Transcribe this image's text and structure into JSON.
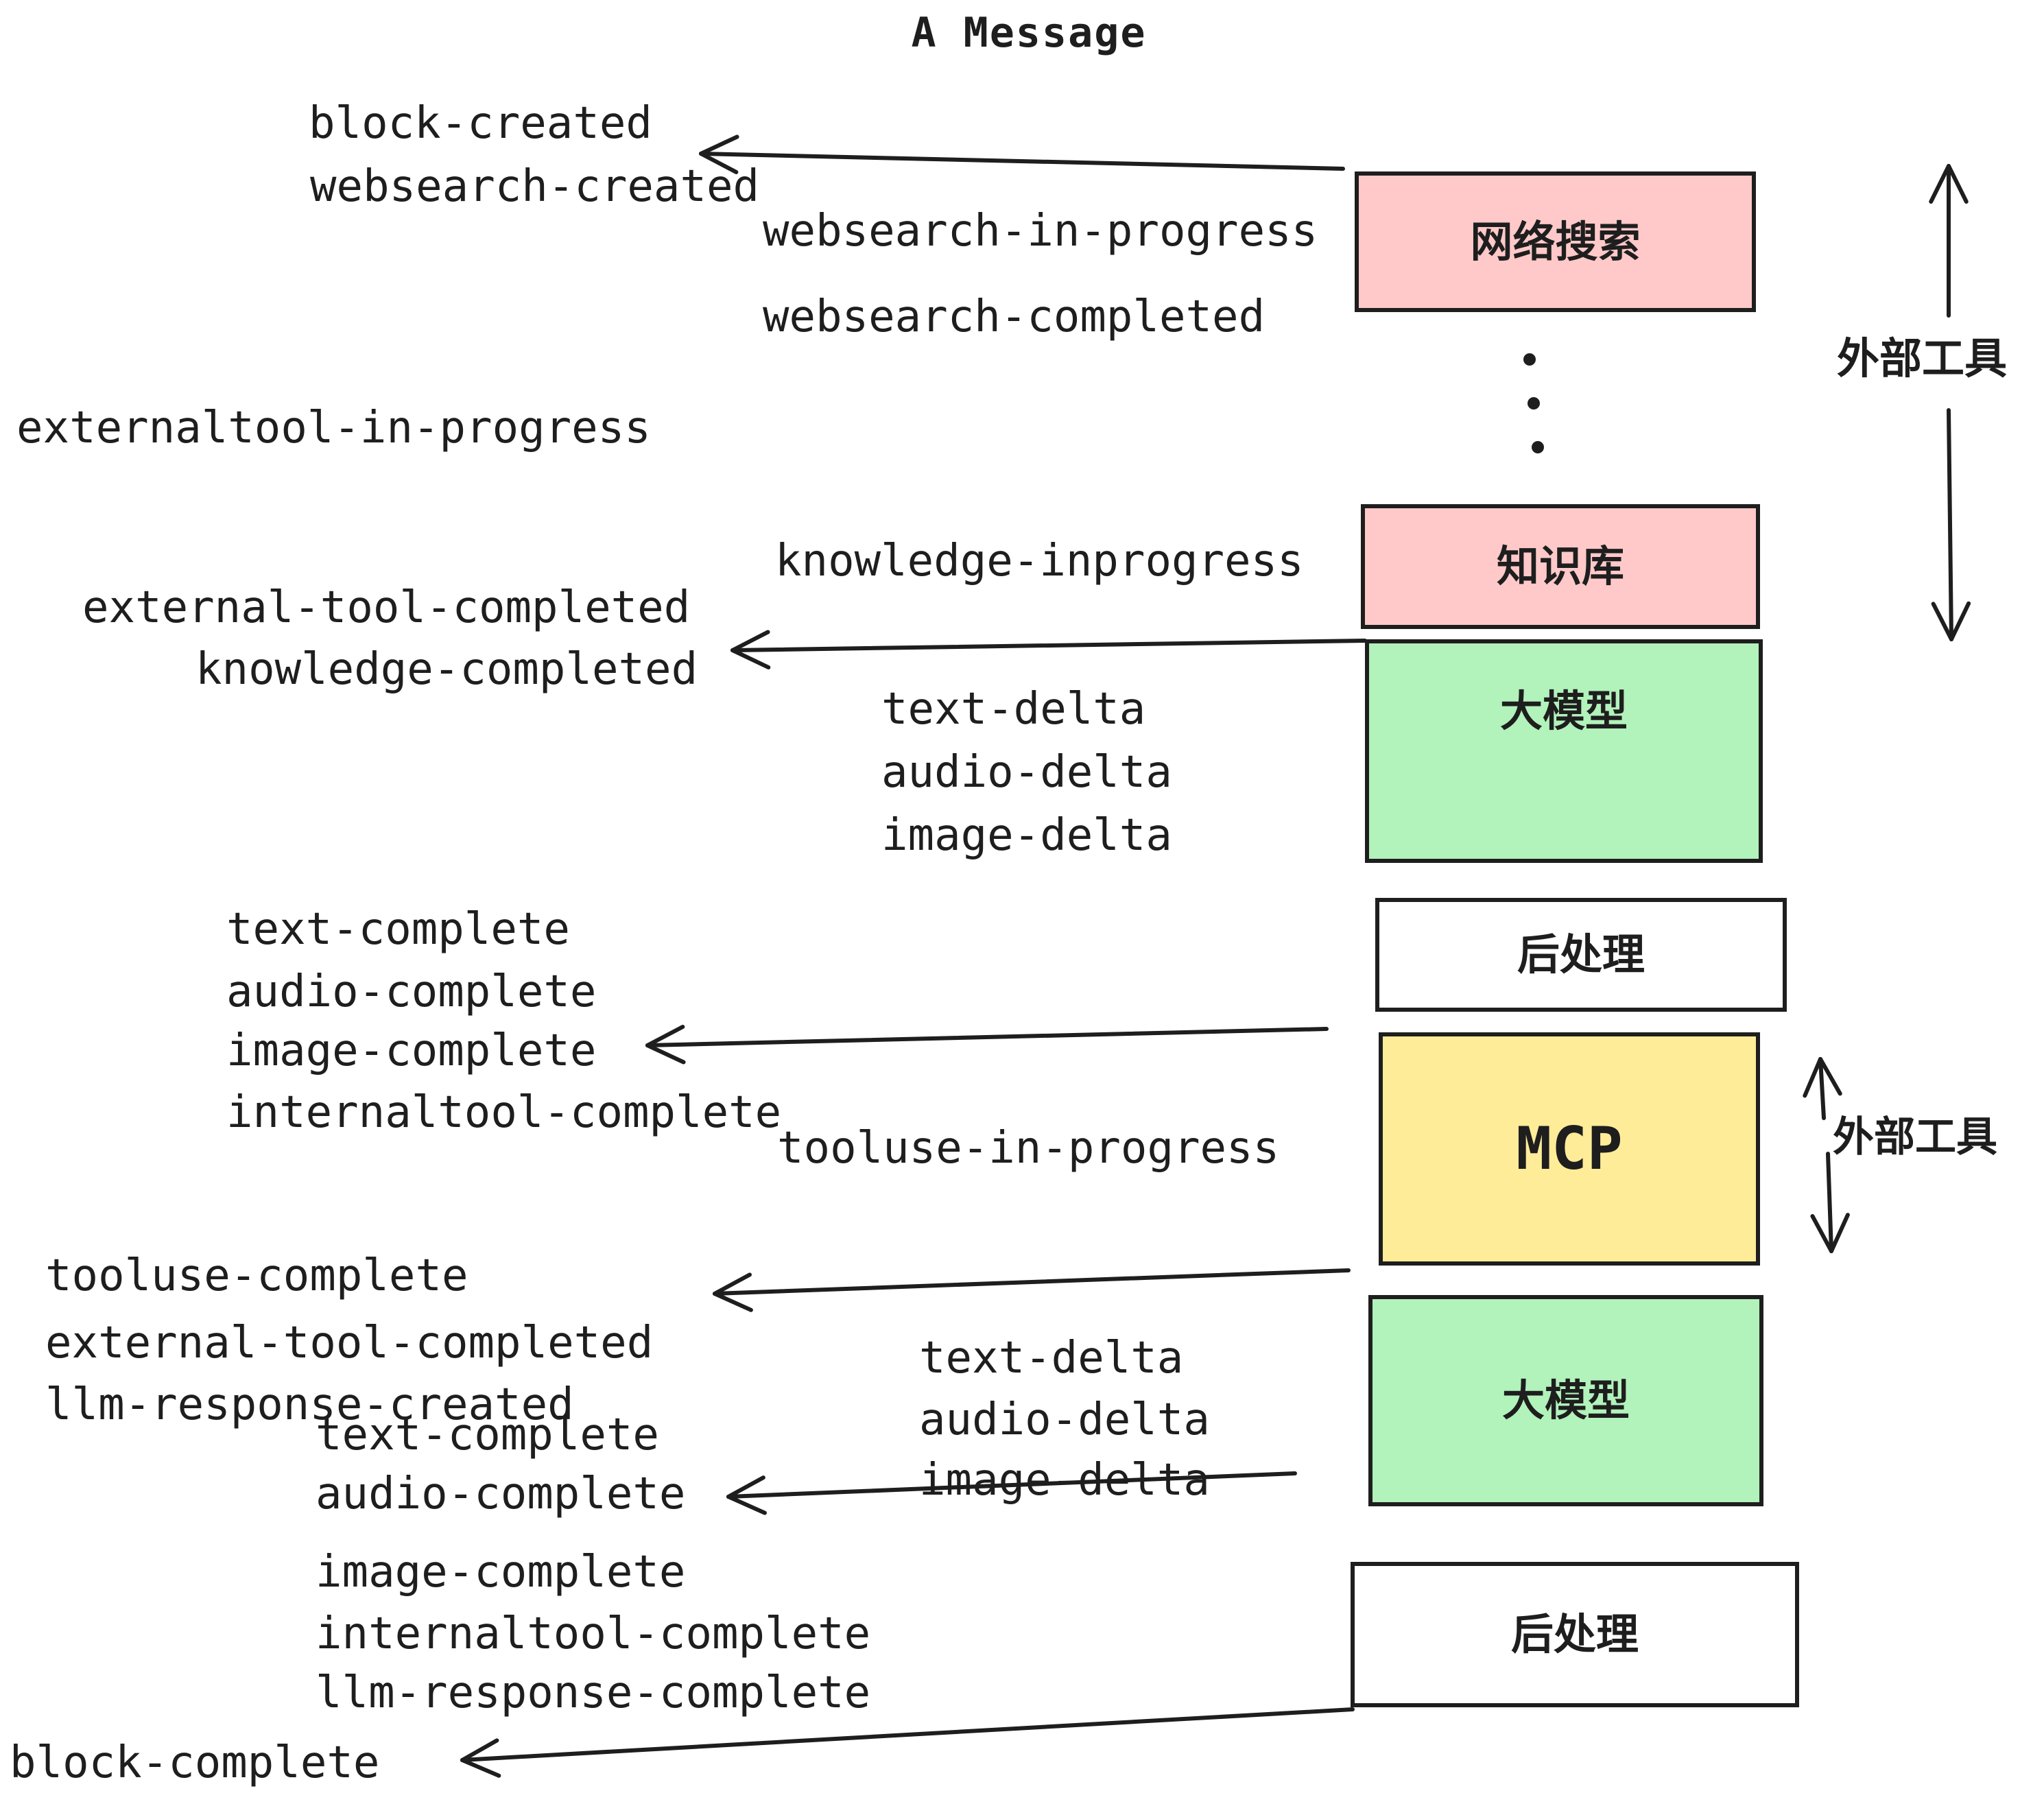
{
  "title": "A Message",
  "colors": {
    "stroke": "#1e1e1e",
    "pink": "#ffc9c9",
    "green": "#b2f2bb",
    "yellow": "#ffec99",
    "white": "#ffffff"
  },
  "boxes": {
    "websearch": "网络搜索",
    "knowledge": "知识库",
    "llm": "大模型",
    "post": "后处理",
    "mcp": "MCP"
  },
  "annotations": {
    "external_tools": "外部工具"
  },
  "events": {
    "block_created": "block-created",
    "websearch_created": "websearch-created",
    "websearch_in_progress": "websearch-in-progress",
    "websearch_completed": "websearch-completed",
    "externaltool_in_progress": "externaltool-in-progress",
    "knowledge_inprogress": "knowledge-inprogress",
    "external_tool_completed": "external-tool-completed",
    "knowledge_completed": "knowledge-completed",
    "text_delta": "text-delta",
    "audio_delta": "audio-delta",
    "image_delta": "image-delta",
    "text_complete": "text-complete",
    "audio_complete": "audio-complete",
    "image_complete": "image-complete",
    "internaltool_complete": "internaltool-complete",
    "tooluse_in_progress": "tooluse-in-progress",
    "tooluse_complete": "tooluse-complete",
    "llm_response_created": "llm-response-created",
    "llm_response_complete": "llm-response-complete",
    "block_complete": "block-complete"
  }
}
